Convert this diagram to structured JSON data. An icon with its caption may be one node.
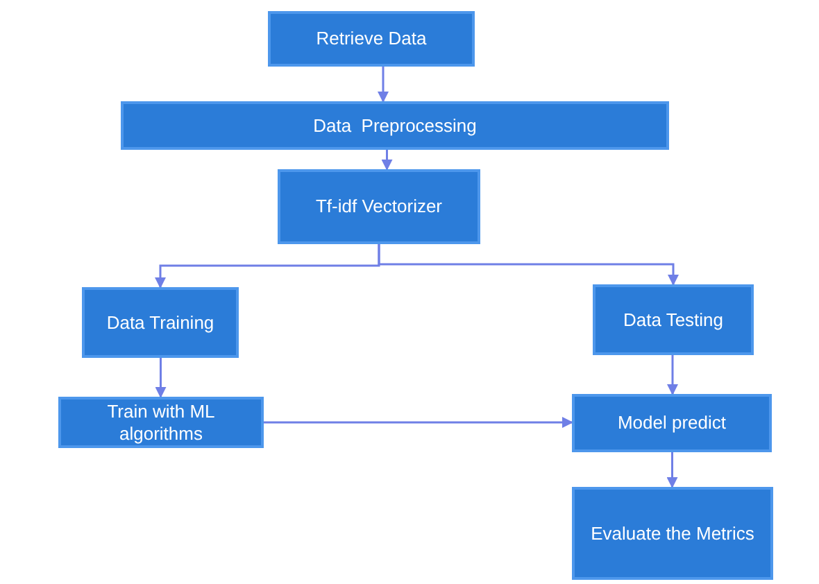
{
  "diagram": {
    "nodes": [
      {
        "text": [
          "Retrieve Data"
        ]
      },
      {
        "text": [
          "Data  Preprocessing"
        ]
      },
      {
        "text": [
          "Tf-idf Vectorizer"
        ]
      },
      {
        "text": [
          "Data Training"
        ]
      },
      {
        "text": [
          "Data Testing"
        ]
      },
      {
        "text": [
          "Train with ML algorithms"
        ]
      },
      {
        "text": [
          "Model predict"
        ]
      },
      {
        "text": [
          "Evaluate the Metrics"
        ]
      }
    ],
    "edges": [
      {
        "from": 0,
        "to": 1,
        "arrow": "to"
      },
      {
        "from": 1,
        "to": 2,
        "arrow": "to"
      },
      {
        "from": 2,
        "to": 3,
        "arrow": "to"
      },
      {
        "from": 2,
        "to": 4,
        "arrow": "to"
      },
      {
        "from": 3,
        "to": 5,
        "arrow": "to"
      },
      {
        "from": 5,
        "to": 6,
        "arrow": "to"
      },
      {
        "from": 4,
        "to": 6,
        "arrow": "to"
      },
      {
        "from": 6,
        "to": 7,
        "arrow": "to"
      }
    ]
  }
}
